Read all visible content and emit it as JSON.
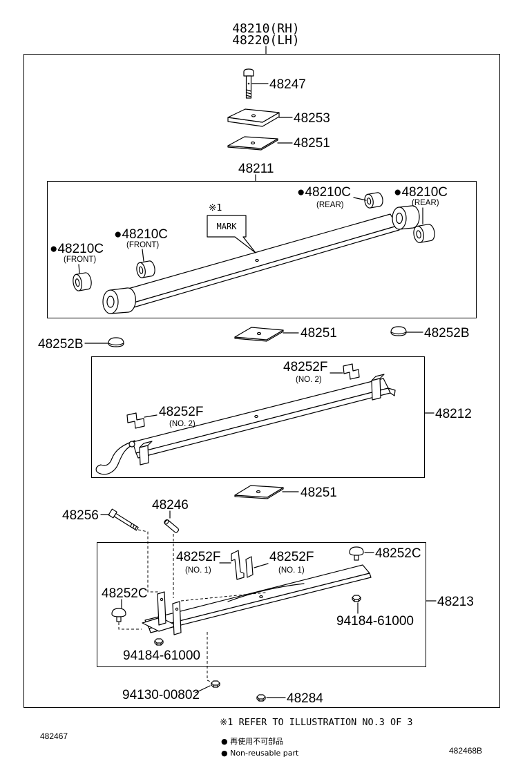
{
  "assembly": {
    "rh_label": "48210(RH)",
    "lh_label": "48220(LH)"
  },
  "upper_hardware": {
    "bolt": "48247",
    "plate_upper": "48253",
    "plate_lower": "48251"
  },
  "leaf_no1": {
    "label": "48211",
    "bushing_rear_inner": {
      "label": "●48210C",
      "note": "(REAR)"
    },
    "bushing_rear_outer": {
      "label": "●48210C",
      "note": "(REAR)"
    },
    "bushing_front_inner": {
      "label": "●48210C",
      "note": "(FRONT)"
    },
    "bushing_front_outer": {
      "label": "●48210C",
      "note": "(FRONT)"
    },
    "mark_ref": "※1",
    "mark": "MARK"
  },
  "between_leaf1_leaf2": {
    "plate": "48251",
    "cap_right": "48252B",
    "cap_left": "48252B"
  },
  "leaf_no2": {
    "label": "48212",
    "clip_right": {
      "label": "48252F",
      "note": "(NO. 2)"
    },
    "clip_left": {
      "label": "48252F",
      "note": "(NO. 2)"
    }
  },
  "between_leaf2_leaf3": {
    "plate": "48251",
    "bolt": "48256",
    "pin": "48246"
  },
  "leaf_no3": {
    "label": "48213",
    "clip_left": {
      "label": "48252F",
      "note": "(NO. 1)"
    },
    "clip_right": {
      "label": "48252F",
      "note": "(NO. 1)"
    },
    "cap_right": "48252C",
    "cap_left": "48252C",
    "nut_right": "94184-61000",
    "nut_left": "94184-61000"
  },
  "lower_hardware": {
    "nut_center": "94130-00802",
    "nut": "48284"
  },
  "footer": {
    "reference_note": "※1 REFER TO ILLUSTRATION NO.3 OF 3",
    "left_code": "482467",
    "legend_jp": "● 再使用不可部品",
    "legend_en": "● Non-reusable part",
    "right_code": "482468B"
  },
  "colors": {
    "ink": "#000000",
    "paper": "#ffffff"
  }
}
